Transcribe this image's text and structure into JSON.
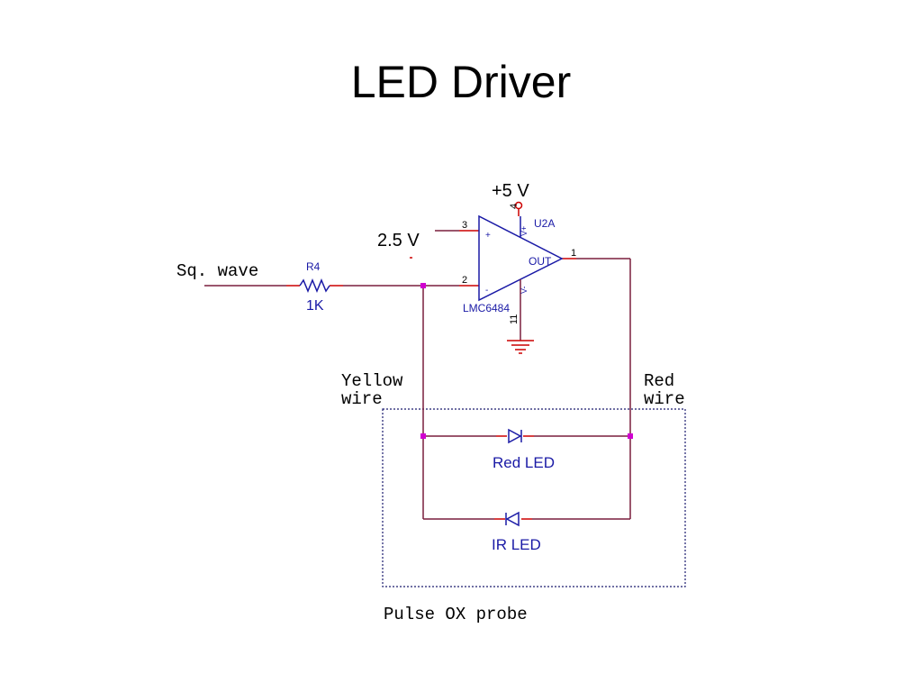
{
  "title": "LED Driver",
  "labels": {
    "supply_voltage": "+5 V",
    "ref_voltage": "2.5 V",
    "input_signal": "Sq. wave",
    "yellow_wire_line1": "Yellow",
    "yellow_wire_line2": "wire",
    "red_wire_line1": "Red",
    "red_wire_line2": "wire",
    "probe": "Pulse OX probe"
  },
  "opamp": {
    "refdes": "U2A",
    "part": "LMC6484",
    "out_label": "OUT",
    "plus_sign": "+",
    "minus_sign": "-",
    "pin_noninv": "3",
    "pin_inv": "2",
    "pin_out": "1",
    "pin_vplus": "4",
    "pin_vminus": "11",
    "vplus_mark": "V+",
    "vminus_mark": "V-"
  },
  "resistor": {
    "refdes": "R4",
    "value": "1K"
  },
  "leds": {
    "red": "Red LED",
    "ir": "IR LED"
  },
  "colors": {
    "wire": "#7a1f3d",
    "component": "#1a1aa6",
    "pin": "#cc0000",
    "junction": "#d000d0",
    "probe_box": "#1a1a6e",
    "text": "#000000"
  }
}
